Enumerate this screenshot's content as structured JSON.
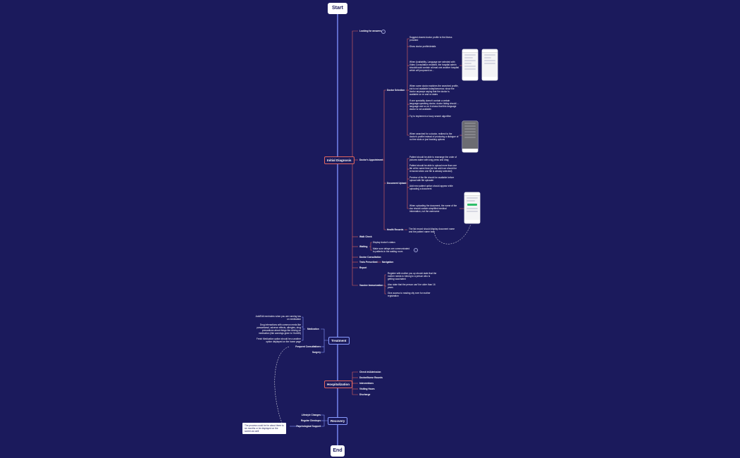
{
  "flow": {
    "start": "Start",
    "end": "End"
  },
  "stages": {
    "initial_diagnosis": "Initial Diagnosis",
    "treatment": "Treatment",
    "hospitalization": "Hospitalization",
    "recovery": "Recovery"
  },
  "initial_diagnosis": {
    "looking_for_answers": "Looking for answers",
    "doctors_appointment": "Doctor's Appointment",
    "doctor_selection": "Doctor Selection",
    "doctor_selection_notes": [
      "Suggest closest doctor profile to the illness provided",
      "Show doctor profile/details",
      "When Availability, Language are selected with Video Consultation enabled, the hospital admin should/could contain at least one another hospital which will proposed on...",
      "When some doctor matches the searched profile, but is not available today/tomorrow, show the doctor anyways saying that the doctor is available on xx and xx dates",
      "If one speciality doesn't contain a certain language-speaking doctor, doctor listing should ... language and so on it shows that this language doctor is not available.",
      "Try to implement a fuzzy search algorithm",
      "When searched for a doctor, redirect to the doctor's profile instead of producing a dialogue of no free slots or just booking options"
    ],
    "document_upload": "Document Upload",
    "document_upload_notes": [
      "Patient should be able to rearrange the order of pictures taken with long press and drag",
      "Patient should be able to upload more than one file at the same time (ad the add icon should be removed when one file is already selected)",
      "Preview of the file should be available before upload with file uploader",
      "Add new patient option should appear while uploading a document",
      "When uploading the document, the name of the doc should contain simplified medical information, not the username"
    ],
    "health_records": "Health Records",
    "health_records_note": "The list record should display document name and the patient name both",
    "walk_check": "Walk Check",
    "waiting": "Waiting",
    "waiting_notes": [
      "Display doctor's status",
      "Make sure delays are communicated to patients in the waiting room"
    ],
    "doctor_consultation": "Doctor Consultation",
    "tests_prescribed": "Tests Prescribed",
    "navigation": "Navigation",
    "report": "Report",
    "vaccine_immunization": "Vaccine Immunization",
    "vaccine_notes": [
      "Register with mother you up should state that the mother needs to belong to a person who is getting vaccinated",
      "Also state that the person can't be older than 16 years",
      "Give access to reading city ever for mother registration"
    ]
  },
  "treatment": {
    "medication": "Medication",
    "medication_notes": [
      "Add/Edit reminders when you are running low on medication",
      "Drug interactions with common meds like paracetamol, adverse effects, allergies, drug precautions about things like driving on medication (like warnings given to YouMD)",
      "Fresh Medication option should be a another option displayed on the home page"
    ],
    "frequent_consultations": "Frequent Consultations",
    "surgery": "Surgery"
  },
  "hospitalization": {
    "items": [
      "Check In/Admission",
      "Doctor/Nurse Rounds",
      "Interventions",
      "Visiting Hours",
      "Discharge"
    ]
  },
  "recovery": {
    "lifestyle_changes": "Lifestyle Changes",
    "regular_checkups": "Regular Checkups",
    "psychological_support": "Psychological Support",
    "note": "The process could be for about three to six months or be displayed on the screen as well"
  },
  "colors": {
    "background": "#1b1a5c",
    "spine": "#6f7fe6",
    "red_branch": "#e0655f",
    "blue_border": "#8a9cff",
    "note_bg": "#ffffff"
  }
}
